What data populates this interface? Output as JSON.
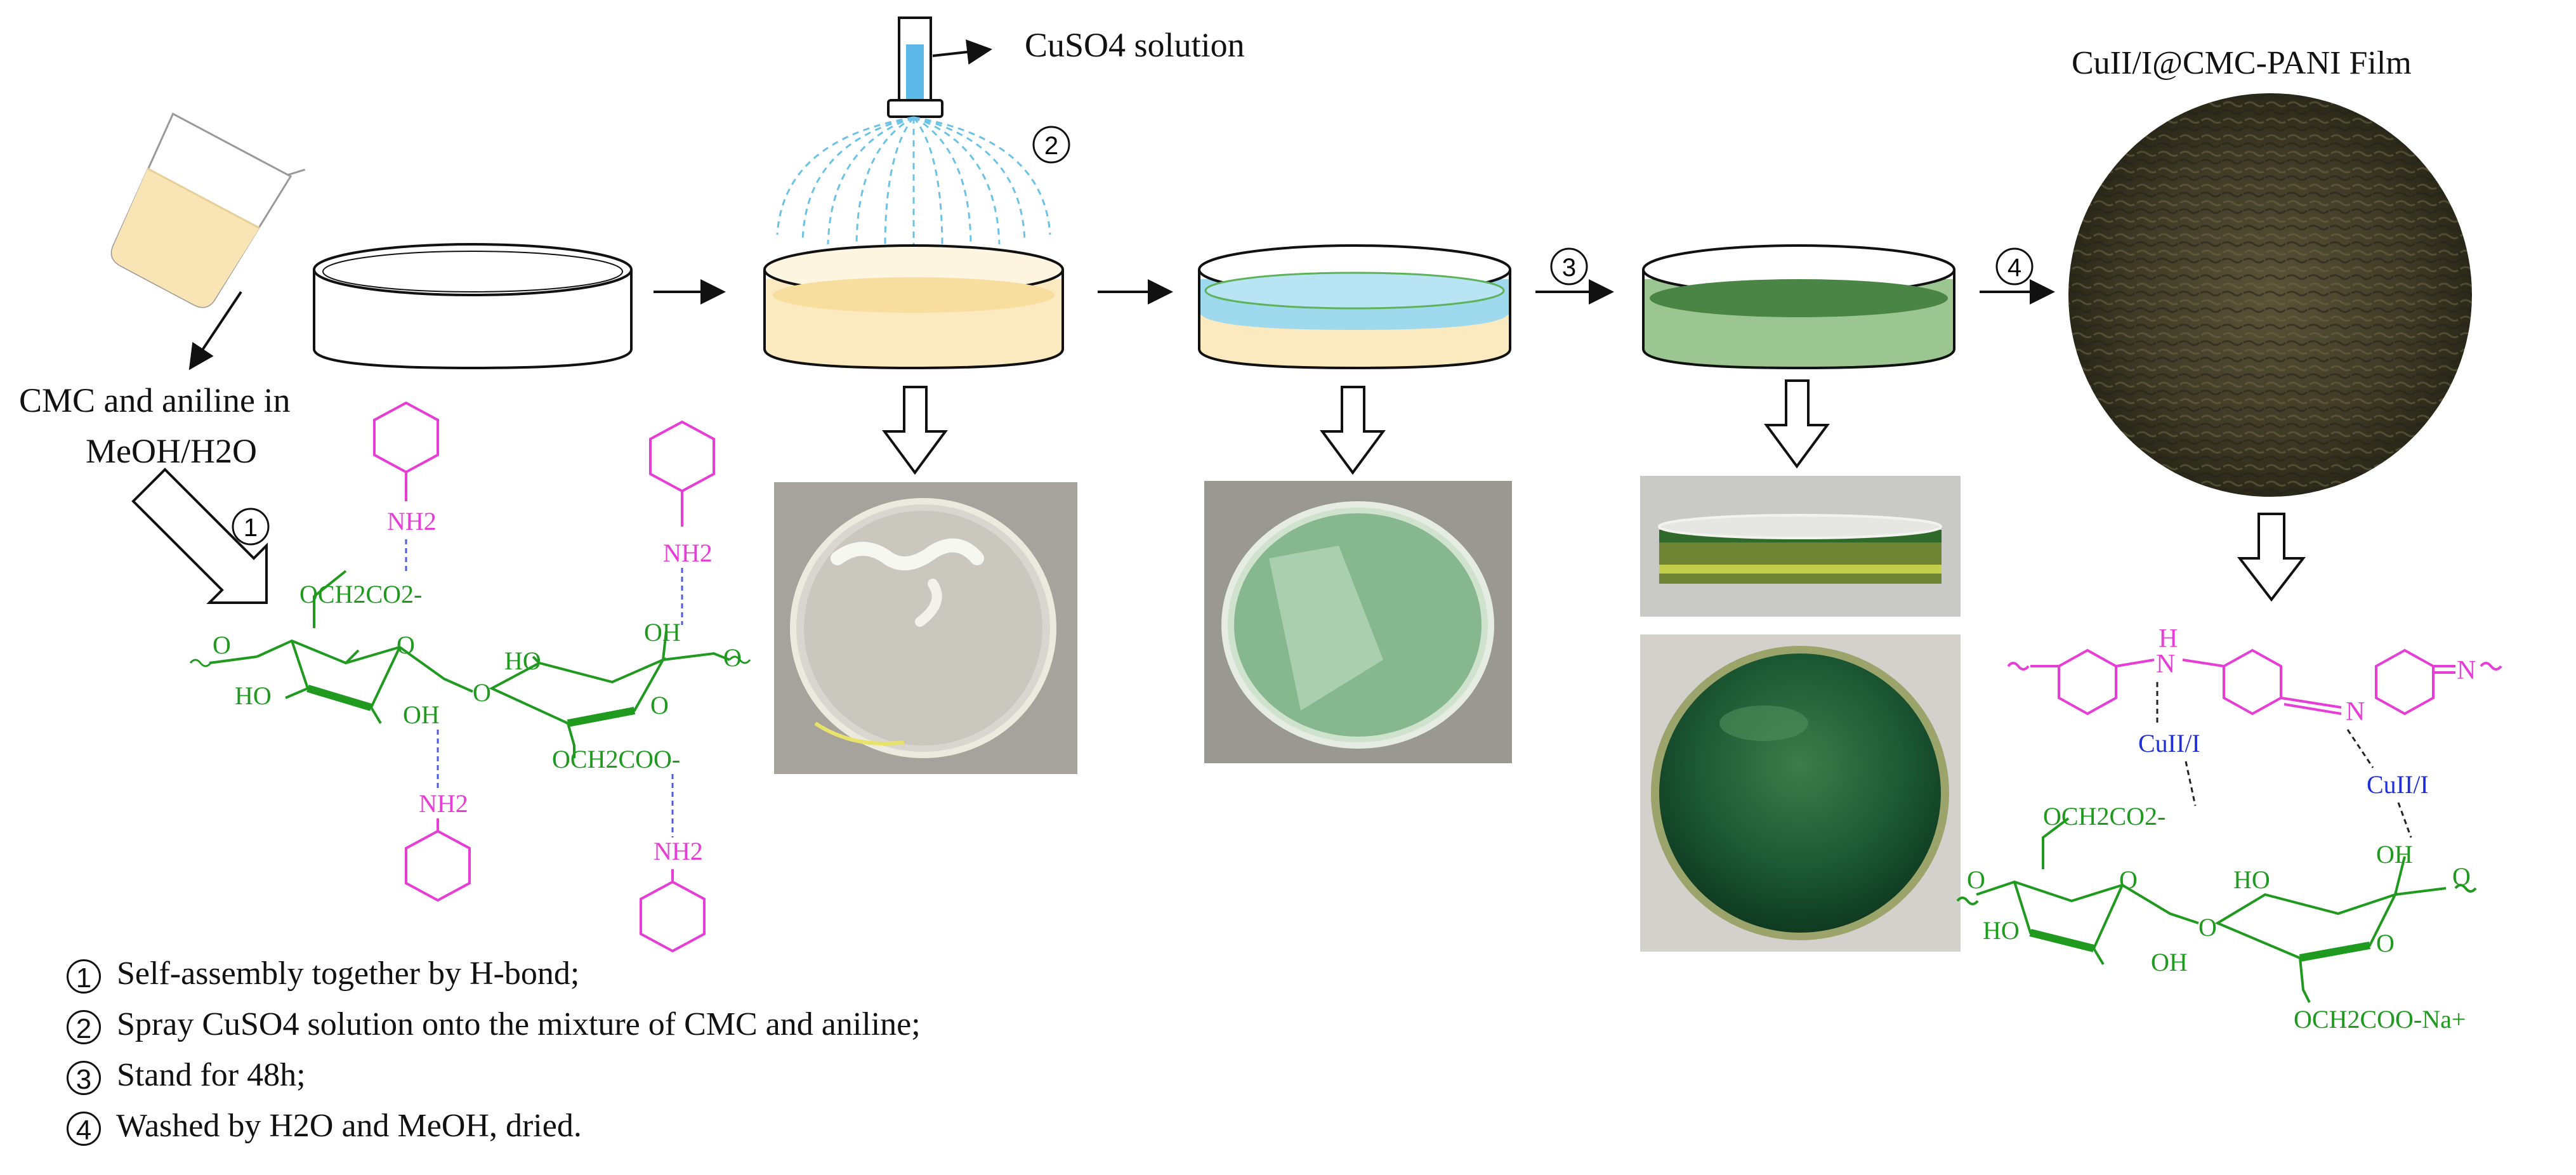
{
  "labels": {
    "cuso4_solution": "CuSO4 solution",
    "film_title": "CuII/I@CMC-PANI Film",
    "start_line1": "CMC and aniline in",
    "start_line2": "MeOH/H2O"
  },
  "step_markers": [
    "1",
    "2",
    "3",
    "4"
  ],
  "legend": [
    {
      "num": "1",
      "text": "Self-assembly together by H-bond;"
    },
    {
      "num": "2",
      "text": "Spray CuSO4 solution onto the mixture of CMC and aniline;"
    },
    {
      "num": "3",
      "text": "Stand for 48h;"
    },
    {
      "num": "4",
      "text": "Washed  by H2O and MeOH, dried."
    }
  ],
  "chem_left": {
    "nh2": "NH2",
    "och2co2": "OCH2CO2-",
    "och2coo": "OCH2COO-",
    "oh": "OH",
    "ho": "HO",
    "o": "O"
  },
  "chem_right": {
    "nh": "H",
    "n": "N",
    "cu": "CuII/I",
    "och2co2": "OCH2CO2-",
    "och2coona": "OCH2COO-Na+",
    "oh": "OH",
    "ho": "HO",
    "o": "O"
  },
  "colors": {
    "aniline": "#e83cd6",
    "cmc": "#1f9a1f",
    "copper": "#1e2fd8",
    "solution_blue": "#9fd9ee",
    "cmc_yellow": "#fbe9c0",
    "green_film": "#2f6a2a"
  },
  "icons": [
    "beaker-icon",
    "petri-dish-icon",
    "burette-icon",
    "arrow-icon",
    "hollow-arrow-icon"
  ]
}
